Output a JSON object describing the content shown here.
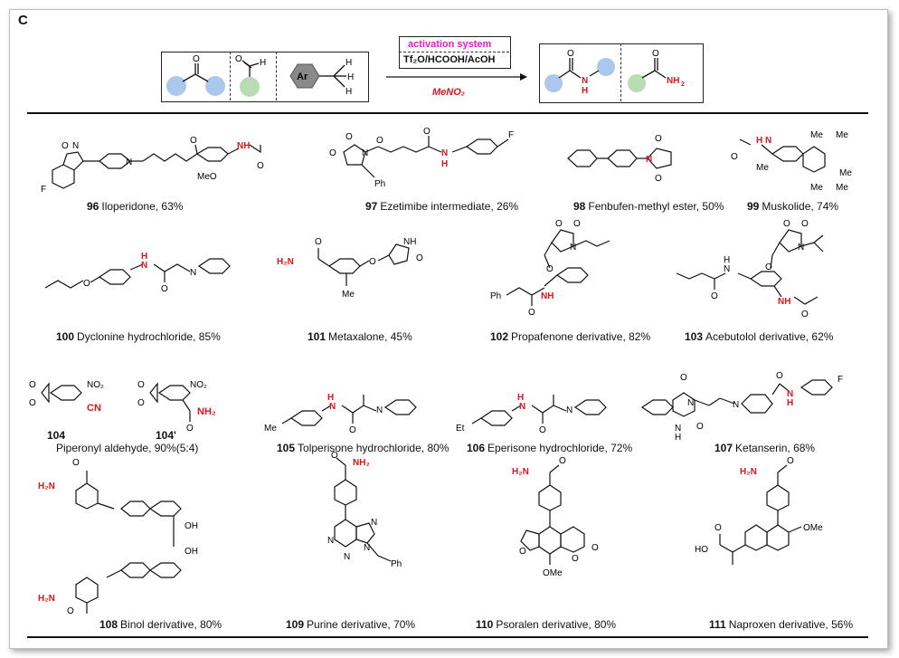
{
  "panel_letter": "C",
  "reaction": {
    "activation_label": "activation system",
    "reagents": "Tf₂O/HCOOH/AcOH",
    "solvent": "MeNO₂",
    "ar_label": "Ar"
  },
  "colors": {
    "blue": "#a9c8ec",
    "green": "#b9dcb4",
    "red": "#e0141e",
    "magenta": "#e020d0",
    "ar_gray": "#8a8a8a"
  },
  "compounds": [
    {
      "id": "96",
      "name": "Iloperidone, 63%"
    },
    {
      "id": "97",
      "name": "Ezetimibe intermediate, 26%"
    },
    {
      "id": "98",
      "name": "Fenbufen-methyl ester, 50%"
    },
    {
      "id": "99",
      "name": "Muskolide, 74%"
    },
    {
      "id": "100",
      "name": "Dyclonine hydrochloride, 85%"
    },
    {
      "id": "101",
      "name": "Metaxalone, 45%"
    },
    {
      "id": "102",
      "name": "Propafenone derivative, 82%"
    },
    {
      "id": "103",
      "name": "Acebutolol derivative, 62%"
    },
    {
      "id": "105",
      "name": "Tolperisone hydrochloride, 80%"
    },
    {
      "id": "106",
      "name": "Eperisone hydrochloride, 72%"
    },
    {
      "id": "107",
      "name": "Ketanserin, 68%"
    },
    {
      "id": "108",
      "name": "Binol derivative, 80%"
    },
    {
      "id": "109",
      "name": "Purine derivative, 70%"
    },
    {
      "id": "110",
      "name": "Psoralen derivative, 80%"
    },
    {
      "id": "111",
      "name": "Naproxen derivative, 56%"
    }
  ],
  "piperonyl": {
    "id_a": "104",
    "id_b": "104'",
    "caption": "Piperonyl aldehyde, 90%(5:4)"
  },
  "atoms": {
    "NH": "NH",
    "H": "H",
    "NH2": "NH₂",
    "H2N": "H₂N",
    "O": "O",
    "N": "N",
    "F": "F",
    "MeO": "MeO",
    "OMe": "OMe",
    "Me": "Me",
    "Et": "Et",
    "Ph": "Ph",
    "OH": "OH",
    "HO": "HO",
    "NO2": "NO₂",
    "CN": "CN"
  }
}
